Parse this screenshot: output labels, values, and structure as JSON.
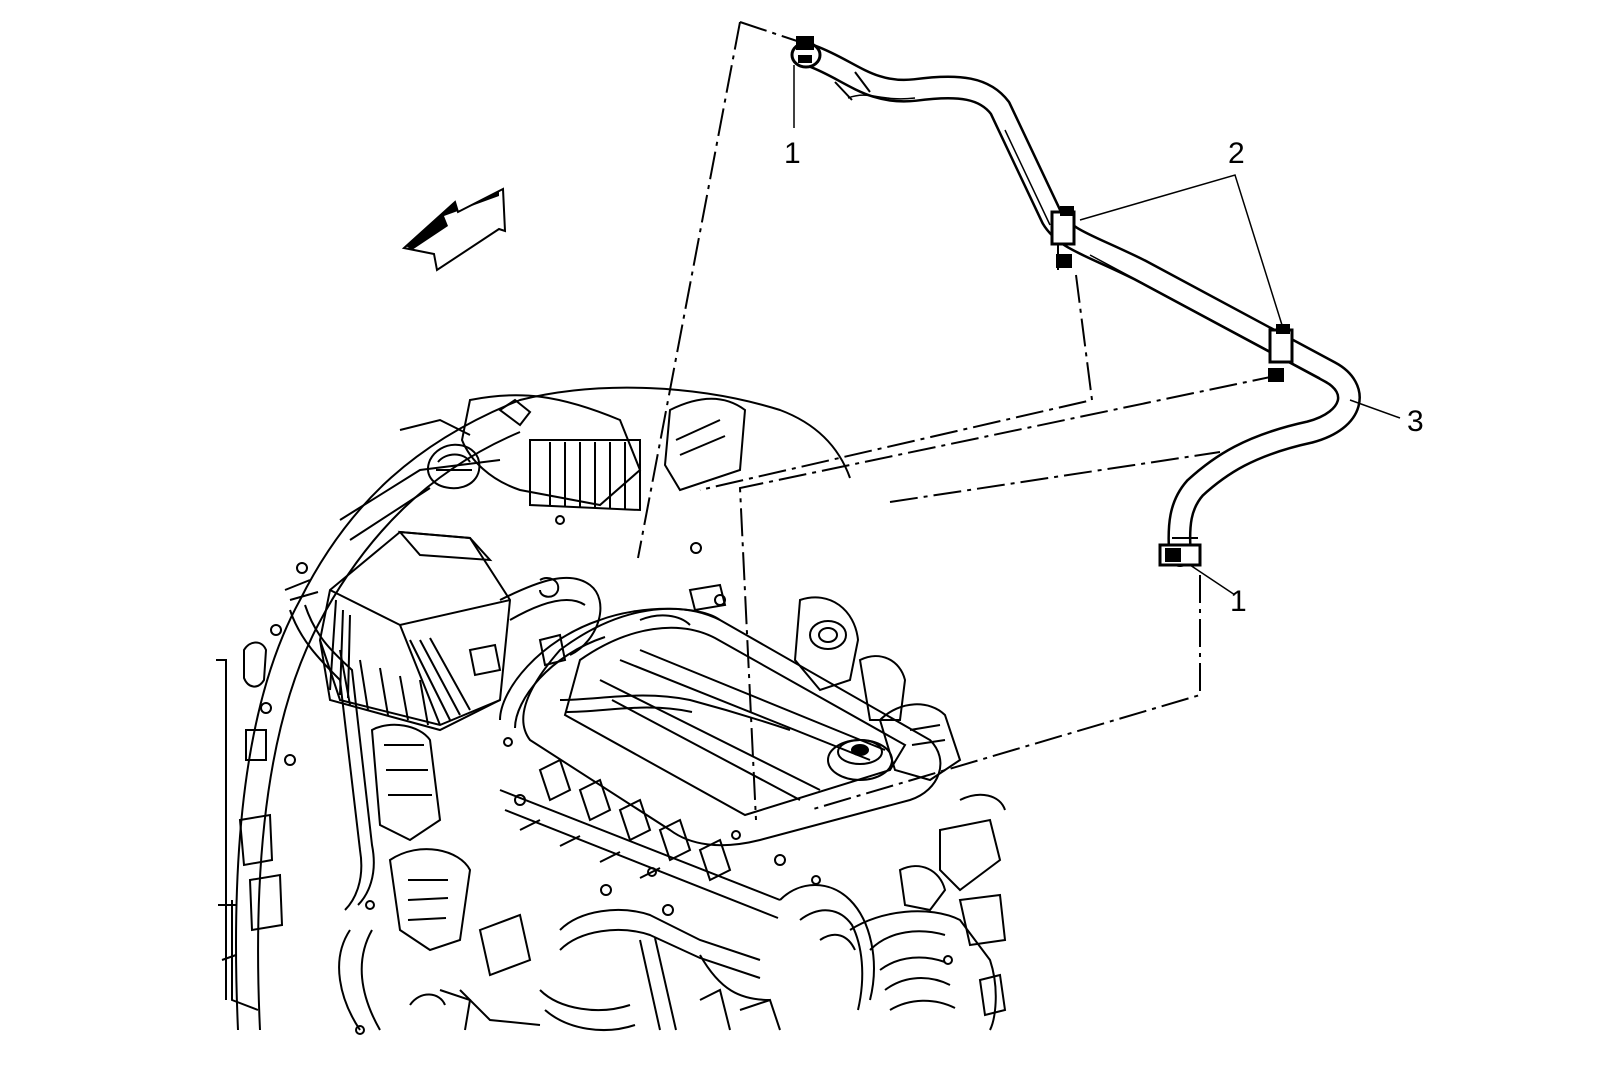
{
  "callouts": {
    "clamp_top": "1",
    "brackets": "2",
    "hose": "3",
    "clamp_bottom": "1"
  },
  "colors": {
    "ink": "#000000",
    "background": "#ffffff"
  },
  "icons": {
    "direction_arrow": "forward-direction-arrow-icon"
  }
}
